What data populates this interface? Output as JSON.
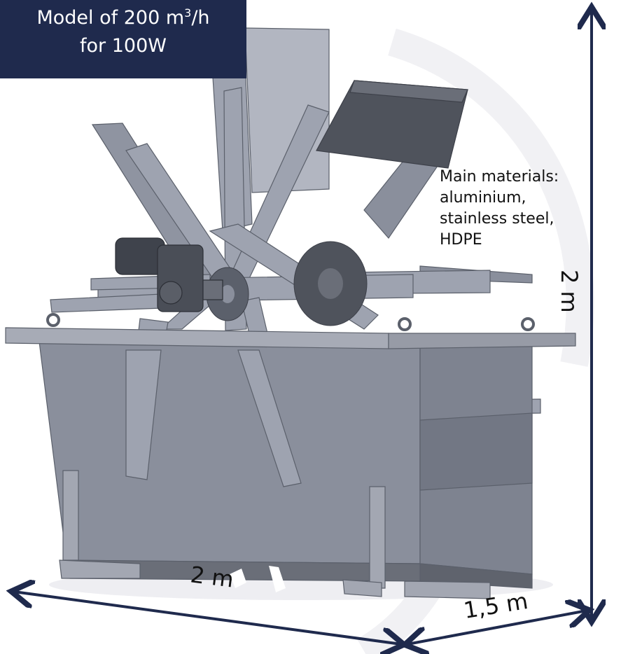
{
  "title": {
    "line1_prefix": "Model of 200 m",
    "line1_sup": "3",
    "line1_suffix": "/h",
    "line2": "for 100W"
  },
  "materials": {
    "heading": "Main materials:",
    "items": [
      "aluminium,",
      "stainless steel,",
      "HDPE"
    ]
  },
  "dimensions": {
    "height": "2 m",
    "width": "2 m",
    "depth": "1,5 m"
  },
  "colors": {
    "title_bg": "#1f2a4d",
    "arrow": "#1f2a4d",
    "metal_light": "#9ea3b0",
    "metal_mid": "#8a8f9c",
    "metal_dark": "#50545e"
  }
}
